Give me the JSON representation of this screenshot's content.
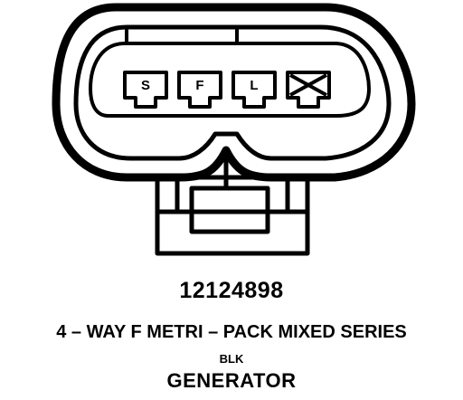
{
  "diagram": {
    "part_number": "12124898",
    "connector_description": "4 – WAY F METRI – PACK MIXED SERIES",
    "wire_color": "BLK",
    "component": "GENERATOR",
    "terminals": [
      {
        "label": "S",
        "blocked": false
      },
      {
        "label": "F",
        "blocked": false
      },
      {
        "label": "L",
        "blocked": false
      },
      {
        "label": "",
        "blocked": true
      }
    ]
  }
}
